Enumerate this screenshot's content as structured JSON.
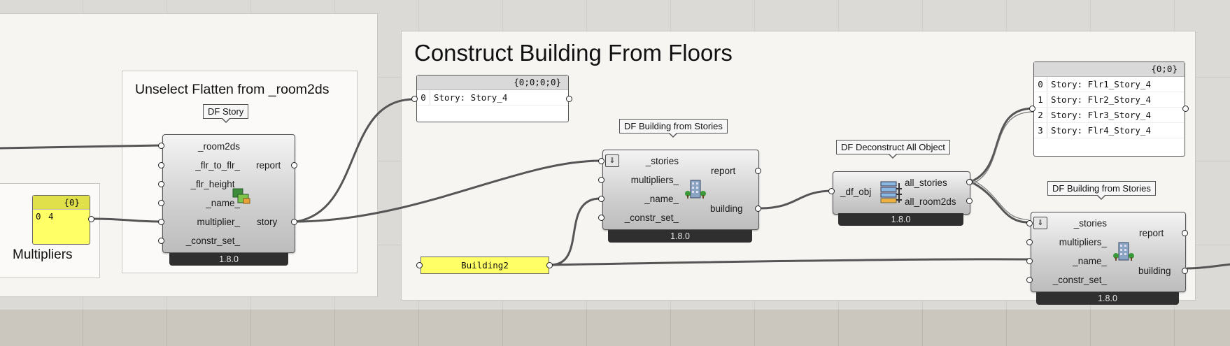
{
  "groups": {
    "left_group_title": "Unselect Flatten from _room2ds",
    "multipliers_label": "Multipliers",
    "main_group_title": "Construct Building From Floors"
  },
  "df_story": {
    "tag": "DF Story",
    "inputs": [
      "_room2ds",
      "_flr_to_flr_",
      "_flr_height_",
      "_name_",
      "multiplier_",
      "_constr_set_"
    ],
    "outputs": [
      "report",
      "story"
    ],
    "version": "1.8.0"
  },
  "multiplier_panel": {
    "header": "{0}",
    "rows": [
      {
        "index": "0",
        "value": "4"
      }
    ]
  },
  "story_panel": {
    "header": "{0;0;0;0}",
    "rows": [
      {
        "index": "0",
        "value": "Story: Story_4"
      }
    ]
  },
  "building_from_stories_1": {
    "tag": "DF Building from Stories",
    "inputs": [
      "_stories",
      "multipliers_",
      "_name_",
      "_constr_set_"
    ],
    "outputs": [
      "report",
      "building"
    ],
    "version": "1.8.0"
  },
  "building_name_panel": {
    "value": "Building2"
  },
  "deconstruct": {
    "tag": "DF Deconstruct All Object",
    "inputs": [
      "_df_obj"
    ],
    "outputs": [
      "all_stories",
      "all_room2ds"
    ],
    "version": "1.8.0"
  },
  "stories_list_panel": {
    "header": "{0;0}",
    "rows": [
      {
        "index": "0",
        "value": "Story: Flr1_Story_4"
      },
      {
        "index": "1",
        "value": "Story: Flr2_Story_4"
      },
      {
        "index": "2",
        "value": "Story: Flr3_Story_4"
      },
      {
        "index": "3",
        "value": "Story: Flr4_Story_4"
      }
    ]
  },
  "building_from_stories_2": {
    "tag": "DF Building from Stories",
    "inputs": [
      "_stories",
      "multipliers_",
      "_name_",
      "_constr_set_"
    ],
    "outputs": [
      "report",
      "building"
    ],
    "version": "1.8.0"
  },
  "icons": {
    "story_icon": "story-icon",
    "building_icon": "building-icon",
    "deconstruct_icon": "deconstruct-icon",
    "flatten_icon": "flatten-arrow-icon"
  },
  "colors": {
    "canvas": "#dcdad6",
    "group": "#f6f5f2",
    "panel_yellow": "#ffff66",
    "wire": "#555555"
  }
}
